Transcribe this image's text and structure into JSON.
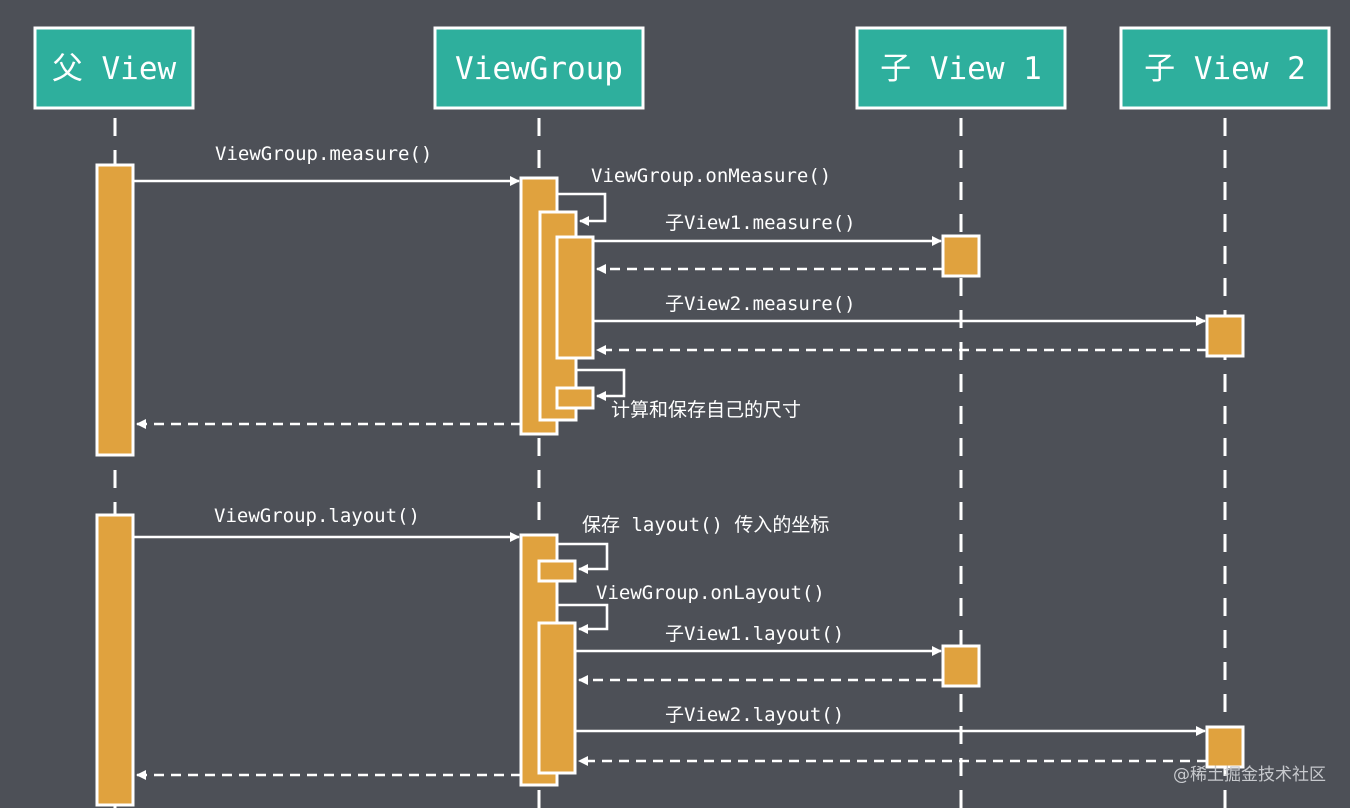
{
  "participants": [
    "父 View",
    "ViewGroup",
    "子 View 1",
    "子 View 2"
  ],
  "messages": {
    "vg_measure": "ViewGroup.measure()",
    "on_measure": "ViewGroup.onMeasure()",
    "c1_measure": "子View1.measure()",
    "c2_measure": "子View2.measure()",
    "calc_save": "计算和保存自己的尺寸",
    "vg_layout": "ViewGroup.layout()",
    "save_coords": "保存 layout() 传入的坐标",
    "on_layout": "ViewGroup.onLayout()",
    "c1_layout": "子View1.layout()",
    "c2_layout": "子View2.layout()"
  },
  "watermark": "@稀土掘金技术社区",
  "colors": {
    "background": "#4d5057",
    "header": "#2eaf9d",
    "activation": "#e0a23e",
    "line": "#ffffff"
  }
}
